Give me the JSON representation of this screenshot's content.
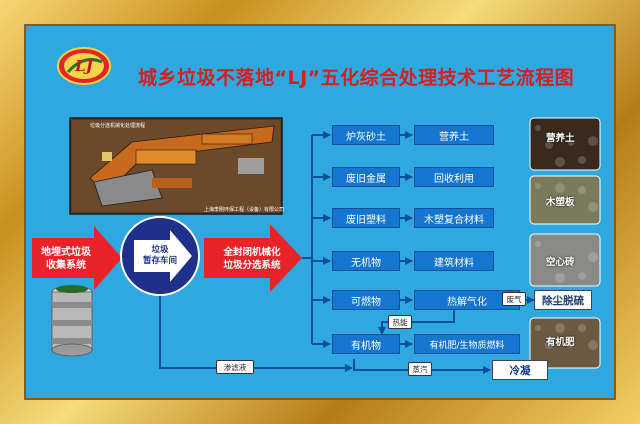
{
  "title": "城乡垃圾不落地“LJ”五化综合处理技术工艺流程图",
  "logo": {
    "text": "LJ"
  },
  "machine_photo": {
    "heading": "垃圾分选机械化处理流程",
    "footer": "上海李刚环保工程（设备）有限公司"
  },
  "left_arrow": {
    "label_line1": "地埋式垃圾",
    "label_line2": "收集系统"
  },
  "circle": {
    "label_line1": "垃圾",
    "label_line2": "暂存车间"
  },
  "mid_arrow": {
    "label_line1": "全封闭机械化",
    "label_line2": "垃圾分选系统"
  },
  "rows": [
    {
      "source": "炉灰砂土",
      "product": "营养土"
    },
    {
      "source": "废旧金属",
      "product": "回收利用"
    },
    {
      "source": "废旧塑料",
      "product": "木塑复合材料"
    },
    {
      "source": "无机物",
      "product": "建筑材料"
    },
    {
      "source": "可燃物",
      "product": "热解气化"
    },
    {
      "source": "有机物",
      "product": "有机肥/生物质燃料"
    }
  ],
  "side_outputs": {
    "desulfur": "除尘脱硫",
    "condense": "冷凝"
  },
  "tags": {
    "exhaust": "废气",
    "heat": "热能",
    "steam": "蒸汽",
    "leachate": "渗滤液"
  },
  "photos": [
    {
      "label": "营养土",
      "color": "#3a2a1e"
    },
    {
      "label": "木塑板",
      "color": "#7b7a5c"
    },
    {
      "label": "空心砖",
      "color": "#8a8a86"
    },
    {
      "label": "有机肥",
      "color": "#6b5a42"
    }
  ],
  "colors": {
    "background": "#2fa8df",
    "box": "#1476cf",
    "arrow": "#e8242a",
    "line": "#0d4f9a",
    "title": "#d81e1e"
  }
}
